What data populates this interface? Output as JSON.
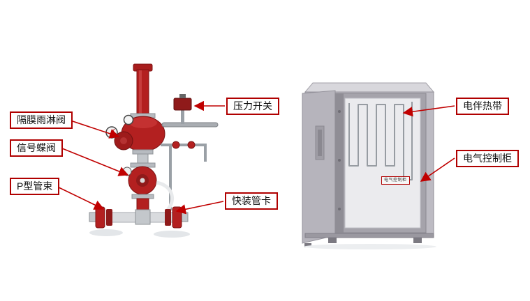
{
  "callouts": {
    "diaphragm_deluge_valve": "隔膜雨淋阀",
    "signal_butterfly_valve": "信号蝶阀",
    "p_type_pipe_bundle": "P型管束",
    "pressure_switch": "压力开关",
    "quick_install_pipe_clamp": "快装管卡",
    "electric_heat_tracing_band": "电伴热带",
    "electrical_control_cabinet": "电气控制柜",
    "cabinet_nameplate": "电气控制柜"
  },
  "colors": {
    "callout_border": "#b00000",
    "arrow": "#c00000",
    "equipment_red": "#b32020",
    "equipment_dark_red": "#8f1a1a",
    "cabinet_gray": "#bdbbc3",
    "panel_white": "#ebebee"
  }
}
